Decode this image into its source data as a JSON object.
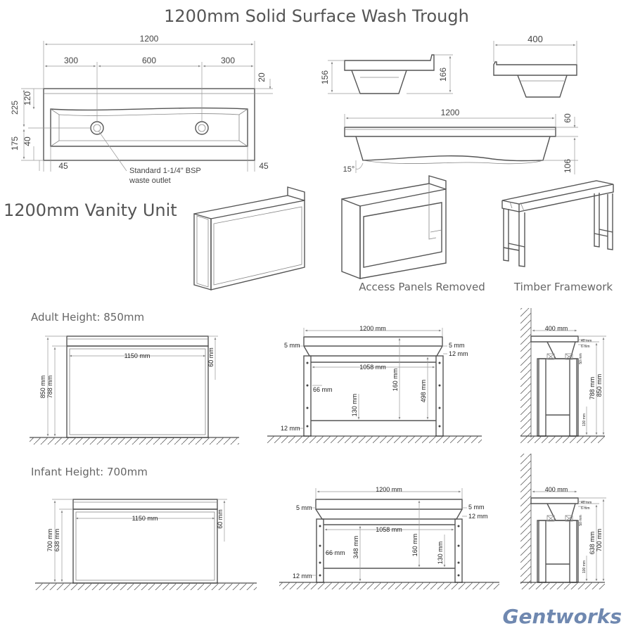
{
  "titles": {
    "trough": "1200mm Solid Surface Wash Trough",
    "vanity": "1200mm Vanity Unit"
  },
  "trough_plan": {
    "overall": "1200",
    "left": "300",
    "middle": "600",
    "right": "300",
    "back_lip": "20",
    "depth_upper": "225",
    "outlet_from_back": "120",
    "depth_lower": "175",
    "outlet_from_front": "40",
    "end_left": "45",
    "end_right": "45",
    "note_line1": "Standard 1-1/4\" BSP",
    "note_line2": "waste outlet"
  },
  "trough_side": {
    "left_height": "156",
    "right_height": "166"
  },
  "trough_end": {
    "width": "400"
  },
  "trough_front": {
    "overall": "1200",
    "top": "60",
    "bottom": "106",
    "angle": "15°"
  },
  "vanity_captions": {
    "panels_removed": "Access Panels Removed",
    "framework": "Timber Framework"
  },
  "adult": {
    "heading": "Adult Height: 850mm",
    "front": {
      "width": "1150 mm",
      "top": "60 mm",
      "total": "850 mm",
      "body": "788 mm"
    },
    "frame": {
      "width": "1200 mm",
      "inner": "1058 mm",
      "lip_left": "5 mm",
      "lip_right": "5 mm",
      "rail": "12 mm",
      "bowl": "160 mm",
      "clear": "498 mm",
      "leg_gap": "66 mm",
      "low": "130 mm",
      "foot": "12 mm"
    },
    "side": {
      "depth": "400 mm",
      "a": "40 mm",
      "b": "6 mm",
      "c": "50 mm",
      "body": "788 mm",
      "total": "850 mm",
      "low": "130 mm"
    }
  },
  "infant": {
    "heading": "Infant Height: 700mm",
    "front": {
      "width": "1150 mm",
      "top": "60 mm",
      "total": "700 mm",
      "body": "638 mm"
    },
    "frame": {
      "width": "1200 mm",
      "inner": "1058 mm",
      "lip_left": "5 mm",
      "lip_right": "5 mm",
      "rail": "12 mm",
      "bowl": "160 mm",
      "clear": "348 mm",
      "leg_gap": "66 mm",
      "low": "130 mm",
      "foot": "12 mm"
    },
    "side": {
      "depth": "400 mm",
      "a": "40 mm",
      "b": "6 mm",
      "c": "50 mm",
      "body": "638 mm",
      "total": "700 mm",
      "low": "100 mm"
    }
  },
  "brand": "Gentworks"
}
